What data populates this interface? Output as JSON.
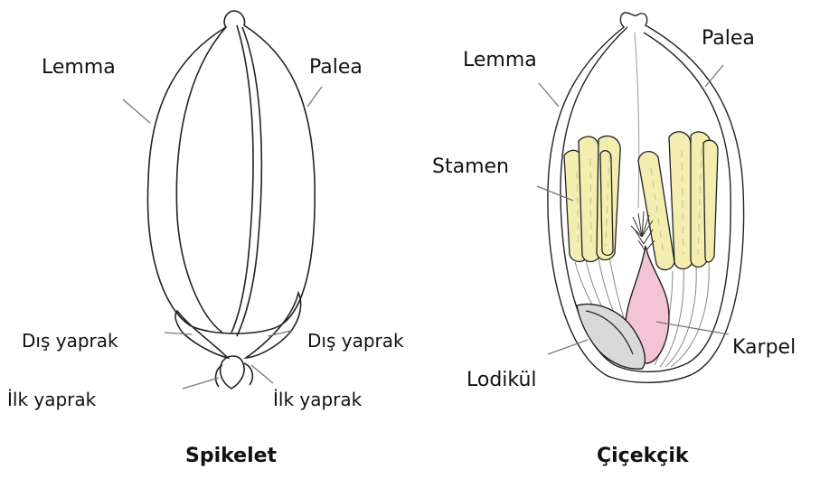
{
  "spikelet": {
    "caption": "Spikelet",
    "labels": {
      "lemma": "Lemma",
      "palea": "Palea",
      "dis_yaprak_left": "Dış yaprak",
      "dis_yaprak_right": "Dış yaprak",
      "ilk_yaprak_left": "İlk yaprak",
      "ilk_yaprak_right": "İlk yaprak"
    }
  },
  "floret": {
    "caption": "Çiçekçik",
    "labels": {
      "lemma": "Lemma",
      "palea": "Palea",
      "stamen": "Stamen",
      "karpel": "Karpel",
      "lodikul": "Lodikül"
    }
  },
  "colors": {
    "stamen_fill": "#f3eeb0",
    "carpel_fill": "#f2c4d6",
    "lodicule_fill": "#d9d9d9",
    "line": "#222222",
    "leader": "#777777"
  }
}
